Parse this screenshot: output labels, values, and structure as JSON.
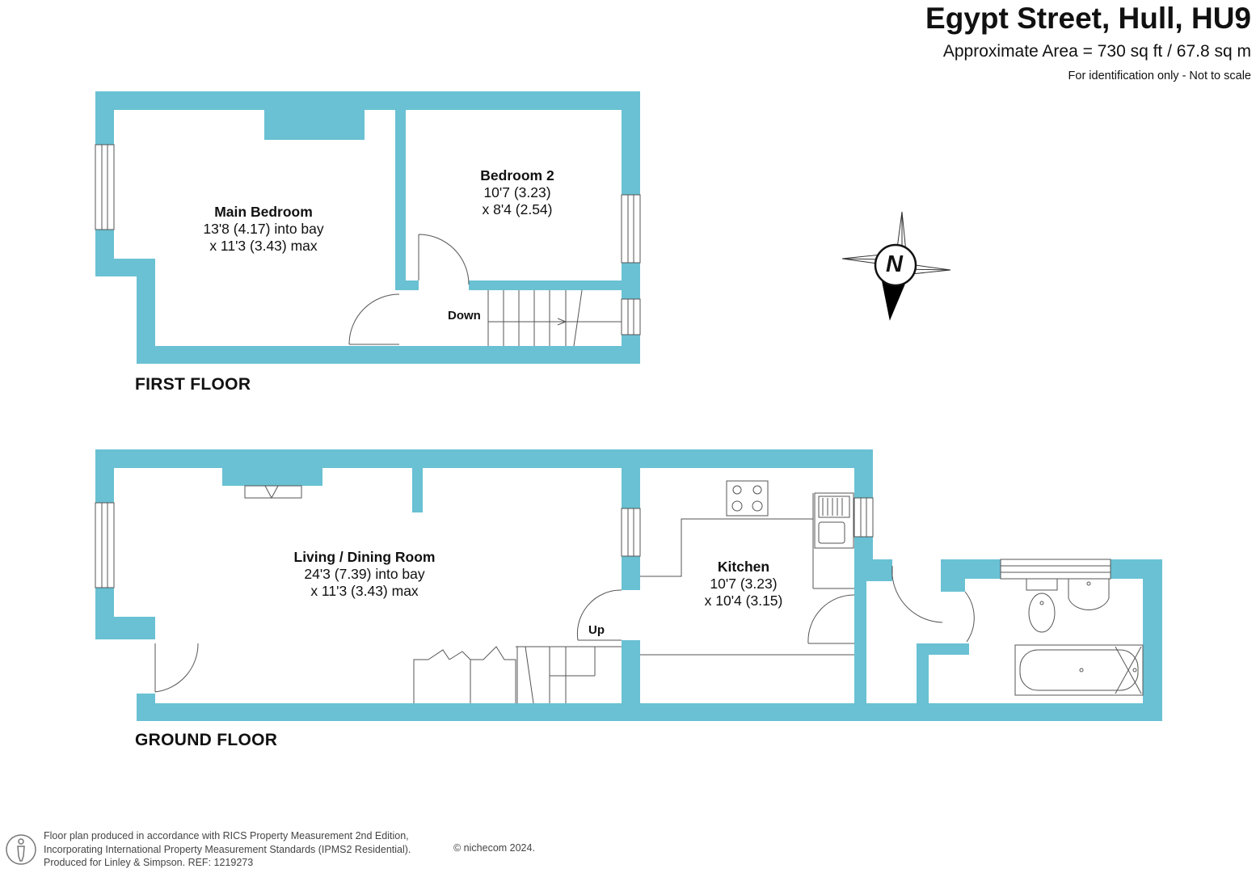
{
  "header": {
    "title": "Egypt Street, Hull, HU9",
    "area": "Approximate Area = 730 sq ft / 67.8 sq m",
    "disclaimer": "For identification only - Not to scale"
  },
  "first_floor": {
    "label": "FIRST FLOOR",
    "rooms": [
      {
        "name": "Main Bedroom",
        "dim1": "13'8 (4.17) into bay",
        "dim2": "x 11'3 (3.43) max"
      },
      {
        "name": "Bedroom 2",
        "dim1": "10'7 (3.23)",
        "dim2": "x 8'4 (2.54)"
      }
    ],
    "stairs_label": "Down"
  },
  "ground_floor": {
    "label": "GROUND FLOOR",
    "rooms": [
      {
        "name": "Living / Dining Room",
        "dim1": "24'3 (7.39) into bay",
        "dim2": "x 11'3 (3.43) max"
      },
      {
        "name": "Kitchen",
        "dim1": "10'7 (3.23)",
        "dim2": "x 10'4 (3.15)"
      }
    ],
    "stairs_label": "Up"
  },
  "compass": {
    "letter": "N",
    "icon": "compass-icon"
  },
  "footer": {
    "line1": "Floor plan produced in accordance with RICS Property Measurement 2nd Edition,",
    "line2": "Incorporating International Property Measurement Standards (IPMS2 Residential).",
    "line3": "Produced for Linley & Simpson.   REF:  1219273",
    "copyright": "© nichecom 2024."
  },
  "colors": {
    "wall": "#69c1d3",
    "text": "#111111",
    "fixture_line": "#555555"
  }
}
